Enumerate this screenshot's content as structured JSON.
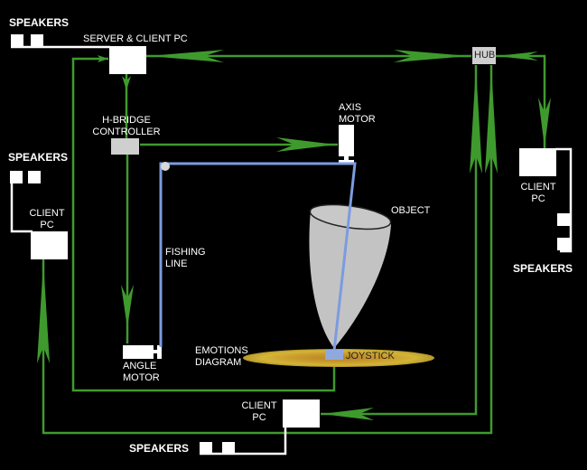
{
  "diagram": {
    "colors": {
      "background": "#000000",
      "network_link": "#3f9a2e",
      "fishing_line": "#7c9be0",
      "device_box": "#ffffff",
      "controller_box": "#cfcfcf",
      "object_fill": "#c3c3c3",
      "emotions_diagram": "#c9a52a"
    },
    "labels": {
      "speakers_top_left": "SPEAKERS",
      "server_client_pc": "SERVER & CLIENT PC",
      "hub": "HUB",
      "hbridge_line1": "H-BRIDGE",
      "hbridge_line2": "CONTROLLER",
      "axis_motor_line1": "AXIS",
      "axis_motor_line2": "MOTOR",
      "speakers_left": "SPEAKERS",
      "client_pc_left_line1": "CLIENT",
      "client_pc_left_line2": "PC",
      "client_pc_right_line1": "CLIENT",
      "client_pc_right_line2": "PC",
      "speakers_right": "SPEAKERS",
      "object": "OBJECT",
      "fishing_line1": "FISHING",
      "fishing_line2": "LINE",
      "angle_motor_line1": "ANGLE",
      "angle_motor_line2": "MOTOR",
      "emotions_line1": "EMOTIONS",
      "emotions_line2": "DIAGRAM",
      "joystick": "JOYSTICK",
      "client_pc_bottom_line1": "CLIENT",
      "client_pc_bottom_line2": "PC",
      "speakers_bottom": "SPEAKERS"
    },
    "nodes": [
      {
        "id": "server-client-pc",
        "label": "SERVER & CLIENT PC"
      },
      {
        "id": "hub",
        "label": "HUB"
      },
      {
        "id": "h-bridge-controller",
        "label": "H-BRIDGE CONTROLLER"
      },
      {
        "id": "axis-motor",
        "label": "AXIS MOTOR"
      },
      {
        "id": "angle-motor",
        "label": "ANGLE MOTOR"
      },
      {
        "id": "client-pc-left",
        "label": "CLIENT PC"
      },
      {
        "id": "client-pc-right",
        "label": "CLIENT PC"
      },
      {
        "id": "client-pc-bottom",
        "label": "CLIENT PC"
      },
      {
        "id": "object",
        "label": "OBJECT"
      },
      {
        "id": "joystick",
        "label": "JOYSTICK"
      },
      {
        "id": "emotions-diagram",
        "label": "EMOTIONS DIAGRAM"
      }
    ],
    "edges": [
      {
        "from": "hub",
        "to": "server-client-pc"
      },
      {
        "from": "server-client-pc",
        "to": "hub"
      },
      {
        "from": "hub",
        "to": "client-pc-right"
      },
      {
        "from": "client-pc-right",
        "to": "hub"
      },
      {
        "from": "server-client-pc",
        "to": "h-bridge-controller"
      },
      {
        "from": "h-bridge-controller",
        "to": "axis-motor"
      },
      {
        "from": "h-bridge-controller",
        "to": "angle-motor"
      },
      {
        "from": "joystick",
        "to": "server-client-pc"
      },
      {
        "from": "client-pc-left",
        "to": "hub"
      },
      {
        "from": "client-pc-bottom",
        "to": "hub"
      },
      {
        "from": "hub",
        "to": "client-pc-bottom"
      }
    ]
  }
}
